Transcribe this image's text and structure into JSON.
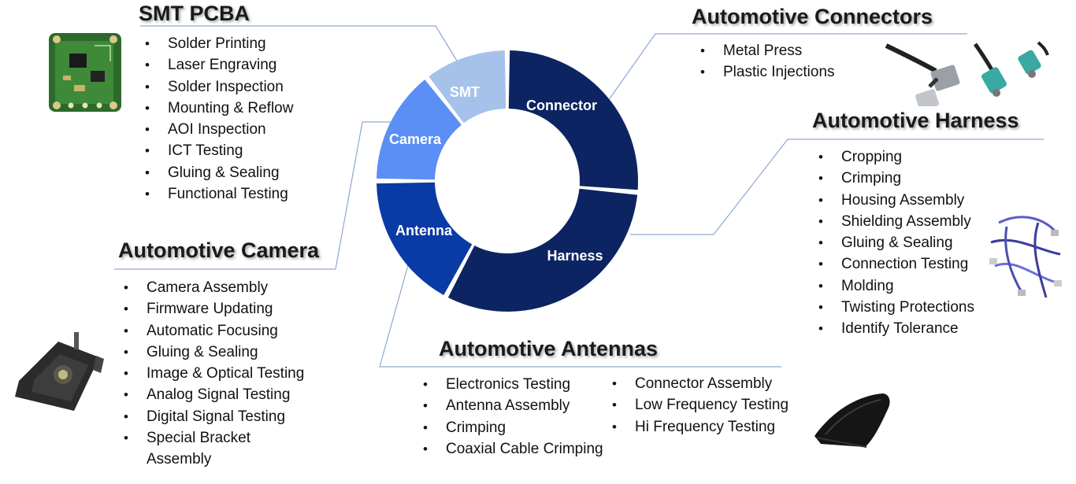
{
  "colors": {
    "connector": "#0d2462",
    "harness": "#0d2462",
    "antenna": "#0a3aa6",
    "camera": "#5b8ff5",
    "smt": "#a6c2ea",
    "leader_line": "#8fa9d3"
  },
  "donut": {
    "segments": [
      {
        "key": "connector",
        "label": "Connector"
      },
      {
        "key": "harness",
        "label": "Harness"
      },
      {
        "key": "antenna",
        "label": "Antenna"
      },
      {
        "key": "camera",
        "label": "Camera"
      },
      {
        "key": "smt",
        "label": "SMT"
      }
    ]
  },
  "smt": {
    "title": "SMT PCBA",
    "items": [
      "Solder Printing",
      "Laser Engraving",
      "Solder Inspection",
      "Mounting & Reflow",
      "AOI Inspection",
      "ICT Testing",
      "Gluing & Sealing",
      "Functional Testing"
    ]
  },
  "connectors": {
    "title": "Automotive Connectors",
    "items": [
      "Metal Press",
      "Plastic Injections"
    ]
  },
  "harness": {
    "title": "Automotive Harness",
    "items": [
      "Cropping",
      "Crimping",
      "Housing Assembly",
      "Shielding Assembly",
      "Gluing & Sealing",
      "Connection Testing",
      "Molding",
      "Twisting Protections",
      "Identify Tolerance"
    ]
  },
  "camera": {
    "title": "Automotive Camera",
    "items": [
      "Camera Assembly",
      "Firmware Updating",
      "Automatic Focusing",
      "Gluing & Sealing",
      "Image & Optical Testing",
      "Analog Signal Testing",
      "Digital Signal Testing",
      "Special Bracket Assembly"
    ]
  },
  "antennas": {
    "title": "Automotive Antennas",
    "items_left": [
      "Electronics Testing",
      "Antenna Assembly",
      "Crimping",
      "Coaxial Cable Crimping"
    ],
    "items_right": [
      "Connector Assembly",
      "Low Frequency Testing",
      "Hi Frequency Testing"
    ]
  },
  "images": {
    "pcb": "pcb-board-icon",
    "connector_parts": "connector-parts-icon",
    "wire_harness": "wire-harness-icon",
    "camera_module": "camera-module-icon",
    "shark_fin_antenna": "shark-fin-antenna-icon"
  }
}
